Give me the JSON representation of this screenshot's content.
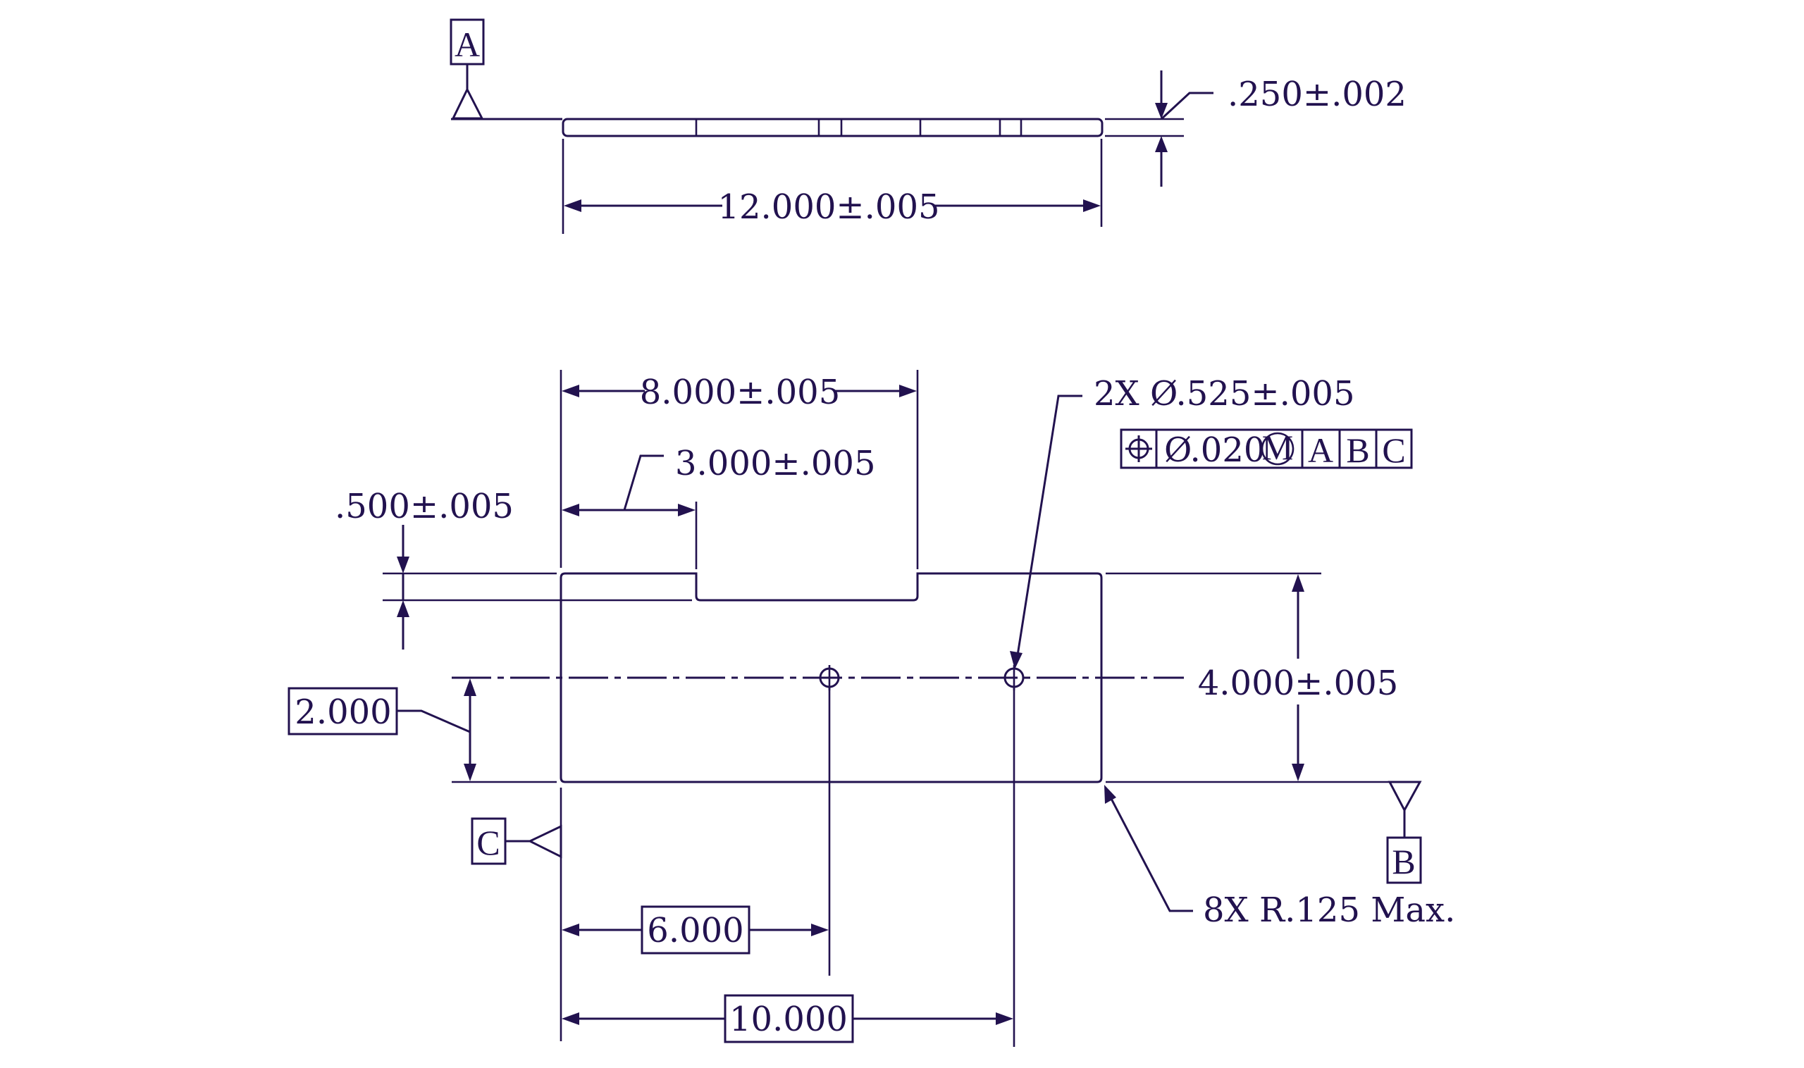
{
  "colors": {
    "ink": "#22124f",
    "background": "#ffffff"
  },
  "side_view": {
    "datum": "A",
    "length_dim": "12.000±.005",
    "thickness_dim": ".250±.002"
  },
  "top_view": {
    "notch_length_dim": "8.000±.005",
    "notch_offset_dim": "3.000±.005",
    "notch_depth_dim": ".500±.005",
    "hole_callout": "2X Ø.525±.005",
    "fcf": {
      "symbol": "position-icon",
      "tolerance": "Ø.020",
      "modifier": "M",
      "datums": [
        "A",
        "B",
        "C"
      ]
    },
    "width_dim": "4.000±.005",
    "hole_height_basic": "2.000",
    "hole1_basic": "6.000",
    "hole2_basic": "10.000",
    "corner_note": "8X R.125 Max.",
    "datum_b": "B",
    "datum_c": "C"
  }
}
